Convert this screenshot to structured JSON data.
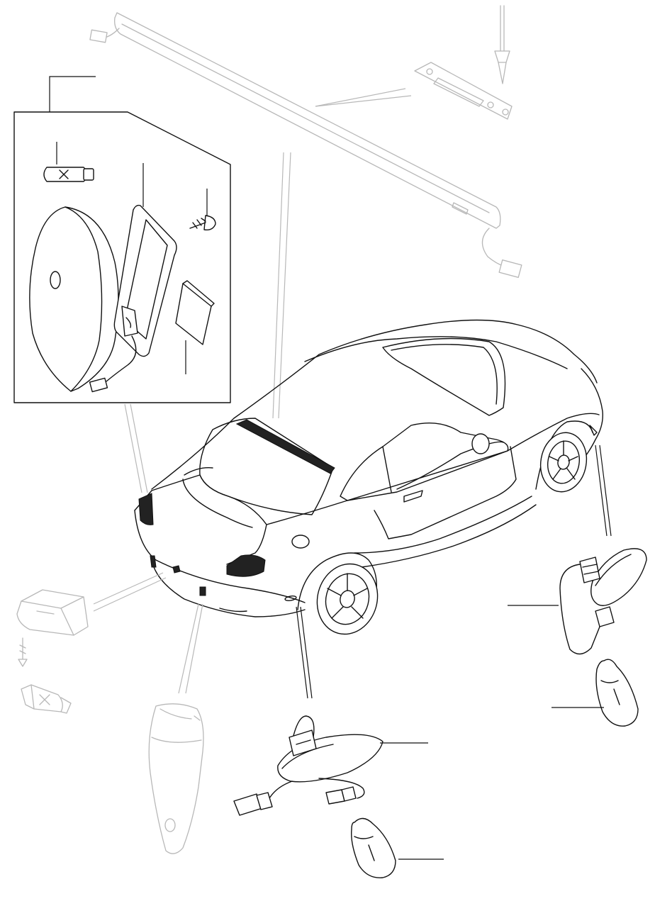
{
  "diagram": {
    "parts": [
      {
        "id": "high-level-brake-lamp",
        "state": "ghosted"
      },
      {
        "id": "brake-lamp-mounting-bracket",
        "state": "ghosted"
      },
      {
        "id": "rear-lamp-cluster",
        "state": "highlighted"
      },
      {
        "id": "number-plate-lamp",
        "state": "ghosted"
      },
      {
        "id": "rear-fog-reverse-lamp",
        "state": "ghosted"
      },
      {
        "id": "side-repeater-lamp-front",
        "state": "highlighted"
      },
      {
        "id": "side-repeater-lamp-rear",
        "state": "highlighted"
      }
    ],
    "colors": {
      "ink": "#111111",
      "ghost": "#b8b8b8",
      "background": "#ffffff"
    }
  }
}
